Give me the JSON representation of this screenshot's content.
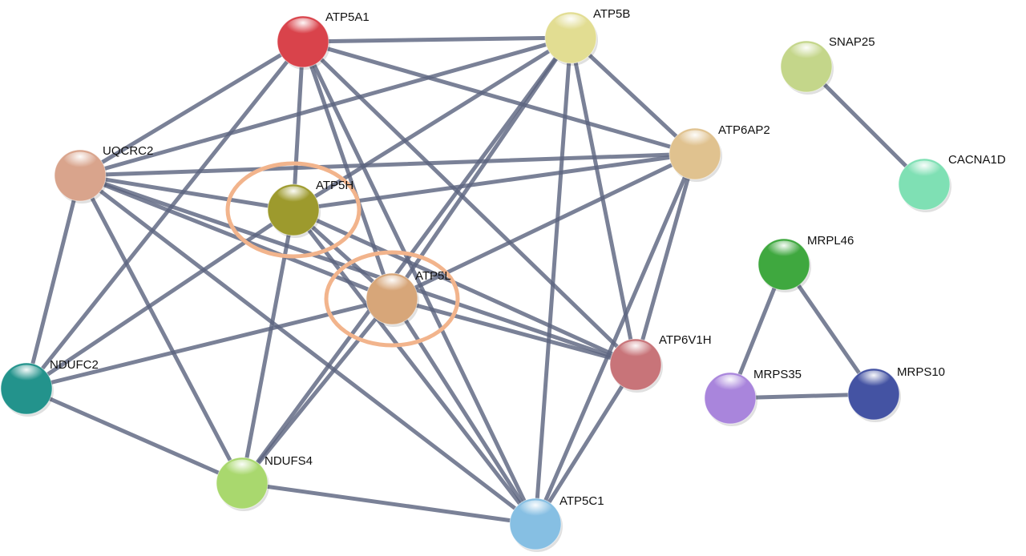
{
  "network": {
    "nodes": [
      {
        "id": "ATP5A1",
        "label": "ATP5A1",
        "color": "#d9434b",
        "highlighted": false
      },
      {
        "id": "ATP5B",
        "label": "ATP5B",
        "color": "#e2dd92",
        "highlighted": false
      },
      {
        "id": "SNAP25",
        "label": "SNAP25",
        "color": "#c4d68a",
        "highlighted": false
      },
      {
        "id": "ATP6AP2",
        "label": "ATP6AP2",
        "color": "#e0c28f",
        "highlighted": false
      },
      {
        "id": "CACNA1D",
        "label": "CACNA1D",
        "color": "#7fe0b4",
        "highlighted": false
      },
      {
        "id": "UQCRC2",
        "label": "UQCRC2",
        "color": "#d9a48c",
        "highlighted": false
      },
      {
        "id": "ATP5H",
        "label": "ATP5H",
        "color": "#9d9a2d",
        "highlighted": true
      },
      {
        "id": "ATP5L",
        "label": "ATP5L",
        "color": "#d7a679",
        "highlighted": true
      },
      {
        "id": "MRPL46",
        "label": "MRPL46",
        "color": "#3fa83f",
        "highlighted": false
      },
      {
        "id": "ATP6V1H",
        "label": "ATP6V1H",
        "color": "#c87479",
        "highlighted": false
      },
      {
        "id": "NDUFC2",
        "label": "NDUFC2",
        "color": "#23938c",
        "highlighted": false
      },
      {
        "id": "MRPS35",
        "label": "MRPS35",
        "color": "#a985dc",
        "highlighted": false
      },
      {
        "id": "MRPS10",
        "label": "MRPS10",
        "color": "#4453a3",
        "highlighted": false
      },
      {
        "id": "NDUFS4",
        "label": "NDUFS4",
        "color": "#a9d86e",
        "highlighted": false
      },
      {
        "id": "ATP5C1",
        "label": "ATP5C1",
        "color": "#86bfe3",
        "highlighted": false
      }
    ],
    "edges": [
      [
        "ATP5A1",
        "ATP5B"
      ],
      [
        "ATP5A1",
        "UQCRC2"
      ],
      [
        "ATP5A1",
        "ATP5H"
      ],
      [
        "ATP5A1",
        "ATP5L"
      ],
      [
        "ATP5A1",
        "ATP6AP2"
      ],
      [
        "ATP5A1",
        "ATP6V1H"
      ],
      [
        "ATP5A1",
        "ATP5C1"
      ],
      [
        "ATP5A1",
        "NDUFC2"
      ],
      [
        "ATP5B",
        "UQCRC2"
      ],
      [
        "ATP5B",
        "ATP5H"
      ],
      [
        "ATP5B",
        "ATP5L"
      ],
      [
        "ATP5B",
        "ATP6AP2"
      ],
      [
        "ATP5B",
        "ATP6V1H"
      ],
      [
        "ATP5B",
        "ATP5C1"
      ],
      [
        "ATP5B",
        "NDUFS4"
      ],
      [
        "ATP6AP2",
        "UQCRC2"
      ],
      [
        "ATP6AP2",
        "ATP5H"
      ],
      [
        "ATP6AP2",
        "ATP5L"
      ],
      [
        "ATP6AP2",
        "ATP6V1H"
      ],
      [
        "ATP6AP2",
        "ATP5C1"
      ],
      [
        "UQCRC2",
        "ATP5H"
      ],
      [
        "UQCRC2",
        "ATP5L"
      ],
      [
        "UQCRC2",
        "NDUFC2"
      ],
      [
        "UQCRC2",
        "NDUFS4"
      ],
      [
        "UQCRC2",
        "ATP5C1"
      ],
      [
        "UQCRC2",
        "ATP6V1H"
      ],
      [
        "ATP5H",
        "ATP5L"
      ],
      [
        "ATP5H",
        "NDUFC2"
      ],
      [
        "ATP5H",
        "NDUFS4"
      ],
      [
        "ATP5H",
        "ATP5C1"
      ],
      [
        "ATP5H",
        "ATP6V1H"
      ],
      [
        "ATP5L",
        "NDUFC2"
      ],
      [
        "ATP5L",
        "NDUFS4"
      ],
      [
        "ATP5L",
        "ATP5C1"
      ],
      [
        "ATP5L",
        "ATP6V1H"
      ],
      [
        "NDUFC2",
        "NDUFS4"
      ],
      [
        "NDUFS4",
        "ATP5C1"
      ],
      [
        "ATP6V1H",
        "ATP5C1"
      ],
      [
        "SNAP25",
        "CACNA1D"
      ],
      [
        "MRPL46",
        "MRPS35"
      ],
      [
        "MRPL46",
        "MRPS10"
      ],
      [
        "MRPS35",
        "MRPS10"
      ]
    ],
    "highlight_color": "#f2b48c",
    "edge_color": "#5d6580"
  }
}
